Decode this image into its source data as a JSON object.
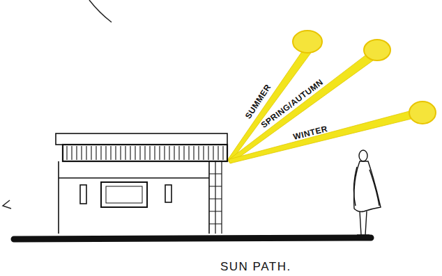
{
  "diagram": {
    "caption": "SUN PATH.",
    "labels": [
      "SUMMER",
      "SPRING/AUTUMN",
      "WINTER"
    ]
  }
}
